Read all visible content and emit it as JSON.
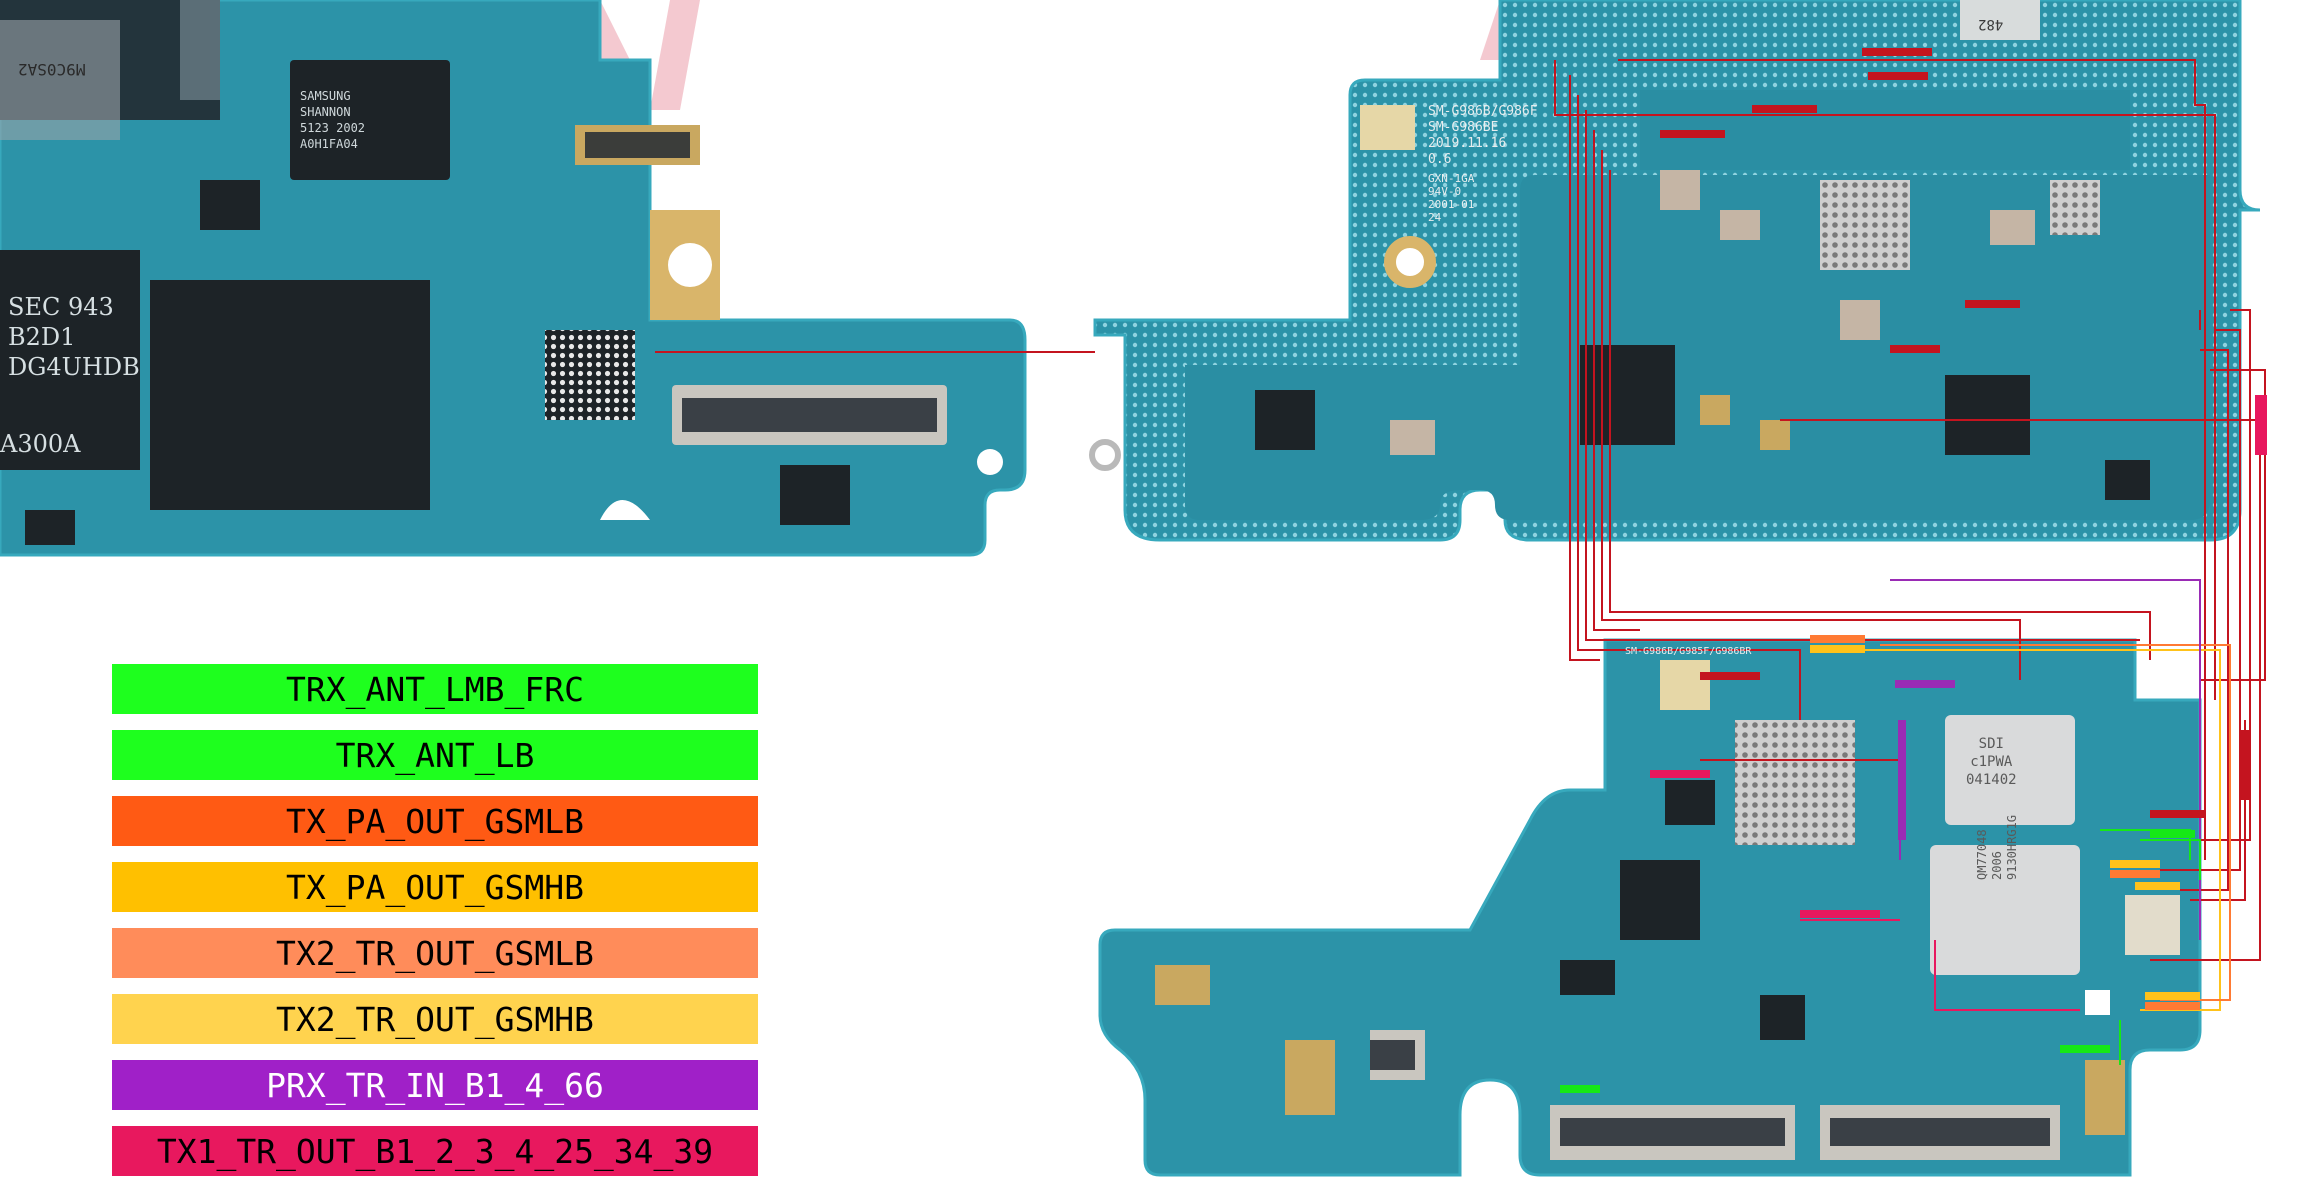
{
  "legend": [
    {
      "label": "TRX_ANT_LMB_FRC",
      "color": "#1eff1e",
      "text_color": "#000000"
    },
    {
      "label": "TRX_ANT_LB",
      "color": "#1eff1e",
      "text_color": "#000000"
    },
    {
      "label": "TX_PA_OUT_GSMLB",
      "color": "#ff5a14",
      "text_color": "#000000"
    },
    {
      "label": "TX_PA_OUT_GSMHB",
      "color": "#ffc000",
      "text_color": "#000000"
    },
    {
      "label": "TX2_TR_OUT_GSMLB",
      "color": "#ff8c5a",
      "text_color": "#000000"
    },
    {
      "label": "TX2_TR_OUT_GSMHB",
      "color": "#ffd34e",
      "text_color": "#000000"
    },
    {
      "label": "PRX_TR_IN_B1_4_66",
      "color": "#a020c8",
      "text_color": "#ffffff"
    },
    {
      "label": "TX1_TR_OUT_B1_2_3_4_25_34_39",
      "color": "#e8185e",
      "text_color": "#000000"
    }
  ],
  "board_markings": {
    "shannon_chip": "SAMSUNG\nSHANNON\n5123 2002\nA0H1FA04",
    "sec_chip": "SEC 943\nB2D1\nDG4UHDB",
    "sec_chip_bottom": "A300A",
    "model_code": "SM-G986B/G986F\nSM-G986BE\n2019.11.16\n0.6",
    "board_rev": "GXN-1GA\n94V-0\n2001-01\n24",
    "lower_model": "SM-G986B/G985F/G986BR",
    "ic_sdi": "SDI\nc1PWA\n041402",
    "ic_qorvo": "QM77048\n2006\n9130HRG1G",
    "cam_marking": "M9C0SA2",
    "tag_482": "482"
  },
  "colors": {
    "pcb": "#2c93a8",
    "pcb_dark": "#1f7486",
    "pcb_edge": "#37a9bd",
    "gold": "#d9b56a",
    "chip": "#1d2327",
    "trace_red": "#c4141f",
    "trace_purple": "#9a2bb5",
    "trace_orange": "#ff7a33",
    "trace_yellow": "#ffc21a",
    "trace_green": "#16e816",
    "trace_pink": "#e8185e",
    "watermark": "#f4c9d0"
  }
}
